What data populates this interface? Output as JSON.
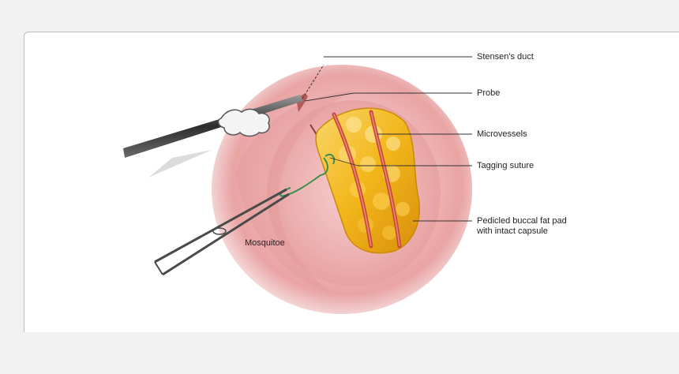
{
  "figure": {
    "labels": {
      "stensens_duct": "Stensen's duct",
      "probe": "Probe",
      "microvessels": "Microvessels",
      "tagging_suture": "Tagging suture",
      "fat_pad_line1": "Pedicled buccal fat pad",
      "fat_pad_line2": "with intact capsule",
      "mosquitoe": "Mosquitoe"
    },
    "colors": {
      "page_background": "#f2f2f3",
      "mucosa": "#eba8a8",
      "fat": "#f2b61a",
      "vessel": "#c84a3a",
      "suture": "#3b8f4a",
      "instrument": "#3a3a3a"
    }
  }
}
